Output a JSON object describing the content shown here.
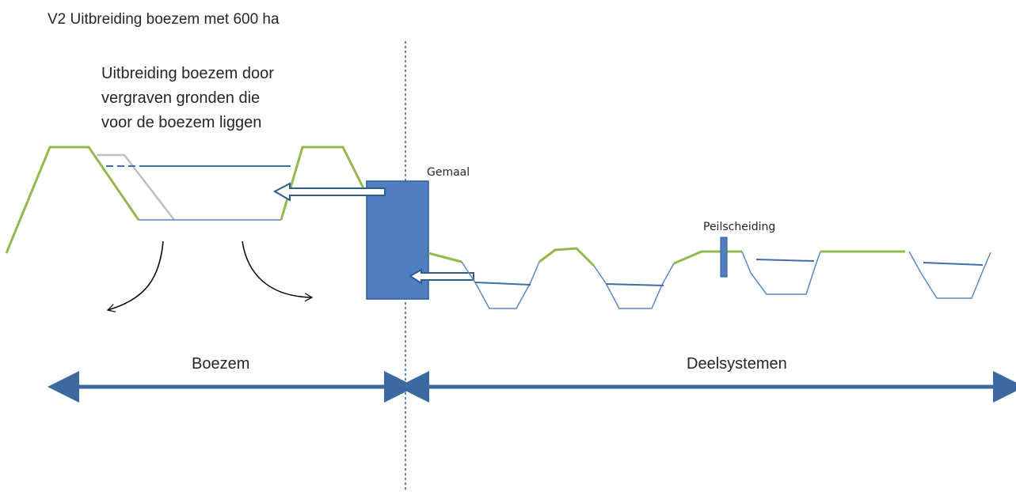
{
  "title": "V2 Uitbreiding boezem met 600 ha",
  "note_lines": [
    "Uitbreiding boezem door",
    "vergraven gronden die",
    "voor de boezem liggen"
  ],
  "labels": {
    "gemaal": "Gemaal",
    "peilscheiding": "Peilscheiding",
    "boezem": "Boezem",
    "deelsystemen": "Deelsystemen"
  },
  "colors": {
    "dike": "#92b84e",
    "water": "#5b87c2",
    "water_dark": "#3e6ea5",
    "old_slope": "#bfbfbf",
    "gemaal_fill": "#4f7fc0",
    "gemaal_stroke": "#2f5b8f",
    "range_arrow": "#3c6aa0",
    "curve_arrow": "#000000"
  }
}
